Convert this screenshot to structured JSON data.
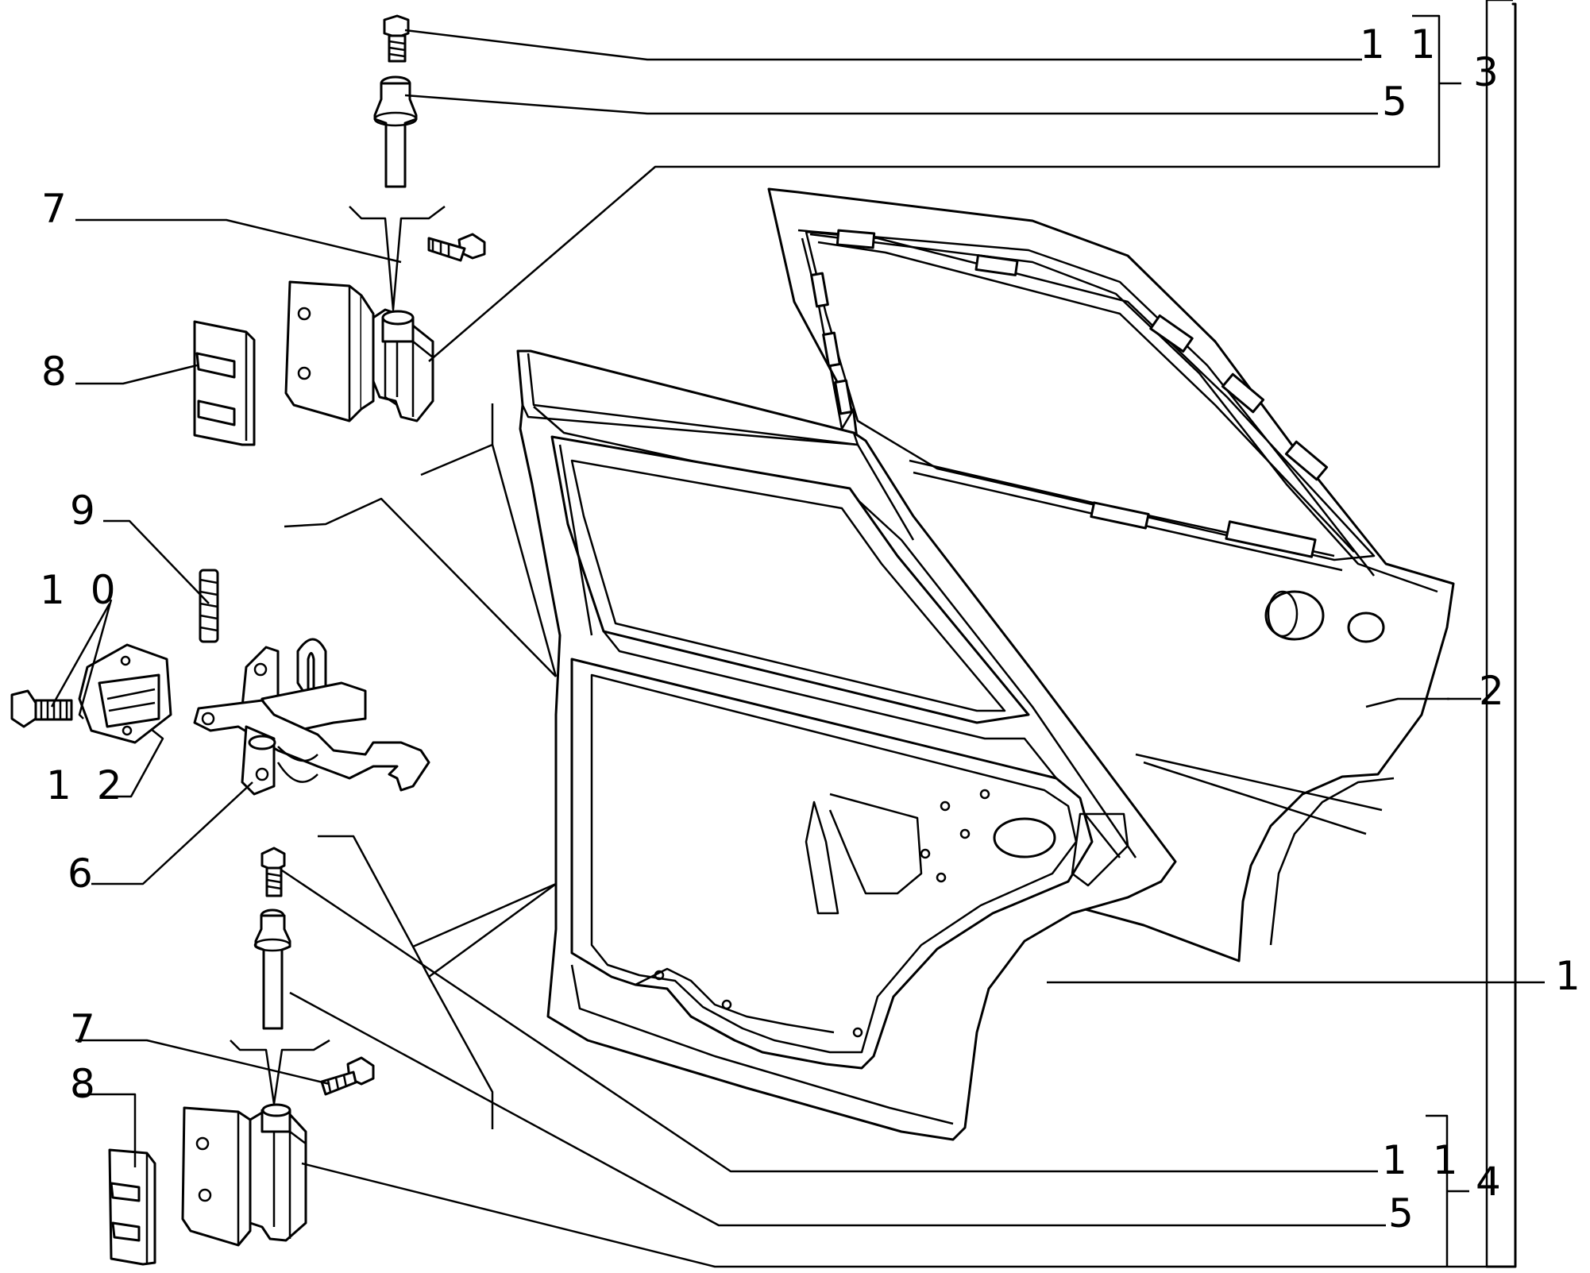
{
  "callouts": [
    {
      "id": "c11-top",
      "text": "1 1"
    },
    {
      "id": "c5-top",
      "text": "5"
    },
    {
      "id": "c3",
      "text": "3"
    },
    {
      "id": "c7-top",
      "text": "7"
    },
    {
      "id": "c8-top",
      "text": "8"
    },
    {
      "id": "c9",
      "text": "9"
    },
    {
      "id": "c10",
      "text": "1 0"
    },
    {
      "id": "c12",
      "text": "1 2"
    },
    {
      "id": "c6",
      "text": "6"
    },
    {
      "id": "c2",
      "text": "2"
    },
    {
      "id": "c1",
      "text": "1"
    },
    {
      "id": "c7-bottom",
      "text": "7"
    },
    {
      "id": "c8-bottom",
      "text": "8"
    },
    {
      "id": "c11-bottom",
      "text": "1 1"
    },
    {
      "id": "c5-bottom",
      "text": "5"
    },
    {
      "id": "c4",
      "text": "4"
    }
  ]
}
